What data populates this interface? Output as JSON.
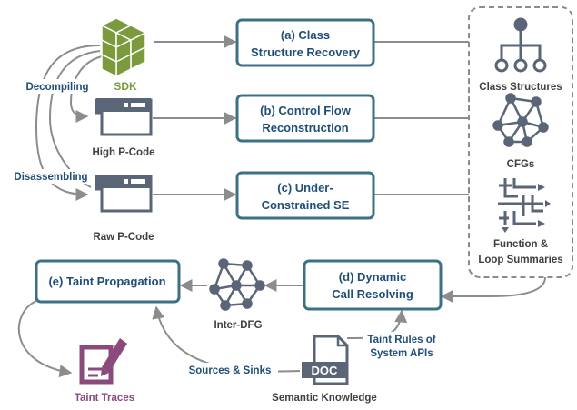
{
  "colors": {
    "box_border": "#3b7184",
    "box_text": "#1f4e79",
    "arrow": "#8c8c8c",
    "icon_dark": "#5a6577",
    "sdk_green": "#7a9a3c",
    "taint_purple": "#8b4a7c",
    "label_dark": "#404040",
    "label_blue": "#1f4e79"
  },
  "sources": {
    "sdk": "SDK",
    "high_pcode": "High P-Code",
    "raw_pcode": "Raw P-Code"
  },
  "edge_labels": {
    "decompiling": "Decompiling",
    "disassembling": "Disassembling",
    "sources_sinks": "Sources & Sinks",
    "taint_rules_line1": "Taint Rules of",
    "taint_rules_line2": "System APIs"
  },
  "steps": {
    "a": {
      "line1": "(a) Class",
      "line2": "Structure Recovery"
    },
    "b": {
      "line1": "(b) Control Flow",
      "line2": "Reconstruction"
    },
    "c": {
      "line1": "(c) Under-",
      "line2": "Constrained SE"
    },
    "d": {
      "line1": "(d) Dynamic",
      "line2": "Call Resolving"
    },
    "e": {
      "line1": "(e) Taint Propagation"
    }
  },
  "outputs": {
    "class_structures": "Class Structures",
    "cfgs": "CFGs",
    "summaries_line1": "Function &",
    "summaries_line2": "Loop Summaries",
    "inter_dfg": "Inter-DFG",
    "taint_traces": "Taint Traces",
    "semantic_knowledge": "Semantic Knowledge",
    "doc_badge": "DOC"
  }
}
